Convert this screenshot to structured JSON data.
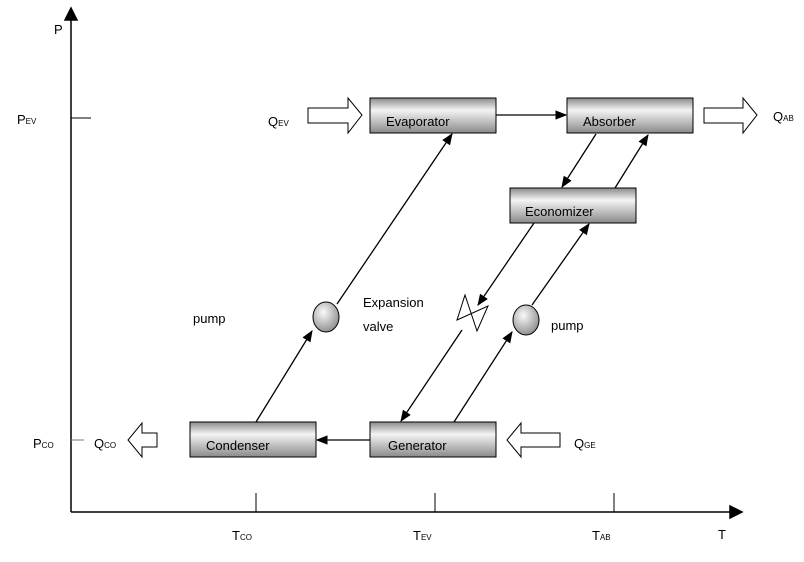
{
  "axes": {
    "y_label": "P",
    "x_label": "T"
  },
  "pressure_ticks": [
    {
      "main": "P",
      "sub": "EV"
    },
    {
      "main": "P",
      "sub": "CO"
    }
  ],
  "temperature_ticks": [
    {
      "main": "T",
      "sub": "CO"
    },
    {
      "main": "T",
      "sub": "EV"
    },
    {
      "main": "T",
      "sub": "AB"
    }
  ],
  "components": {
    "evaporator": "Evaporator",
    "absorber": "Absorber",
    "economizer": "Economizer",
    "condenser": "Condenser",
    "generator": "Generator"
  },
  "heat_flows": {
    "q_ev": {
      "main": "Q",
      "sub": "EV"
    },
    "q_ab": {
      "main": "Q",
      "sub": "AB"
    },
    "q_co": {
      "main": "Q",
      "sub": "CO"
    },
    "q_ge": {
      "main": "Q",
      "sub": "GE"
    }
  },
  "labels": {
    "pump_left": "pump",
    "pump_right": "pump",
    "expansion_1": "Expansion",
    "expansion_2": "valve"
  }
}
